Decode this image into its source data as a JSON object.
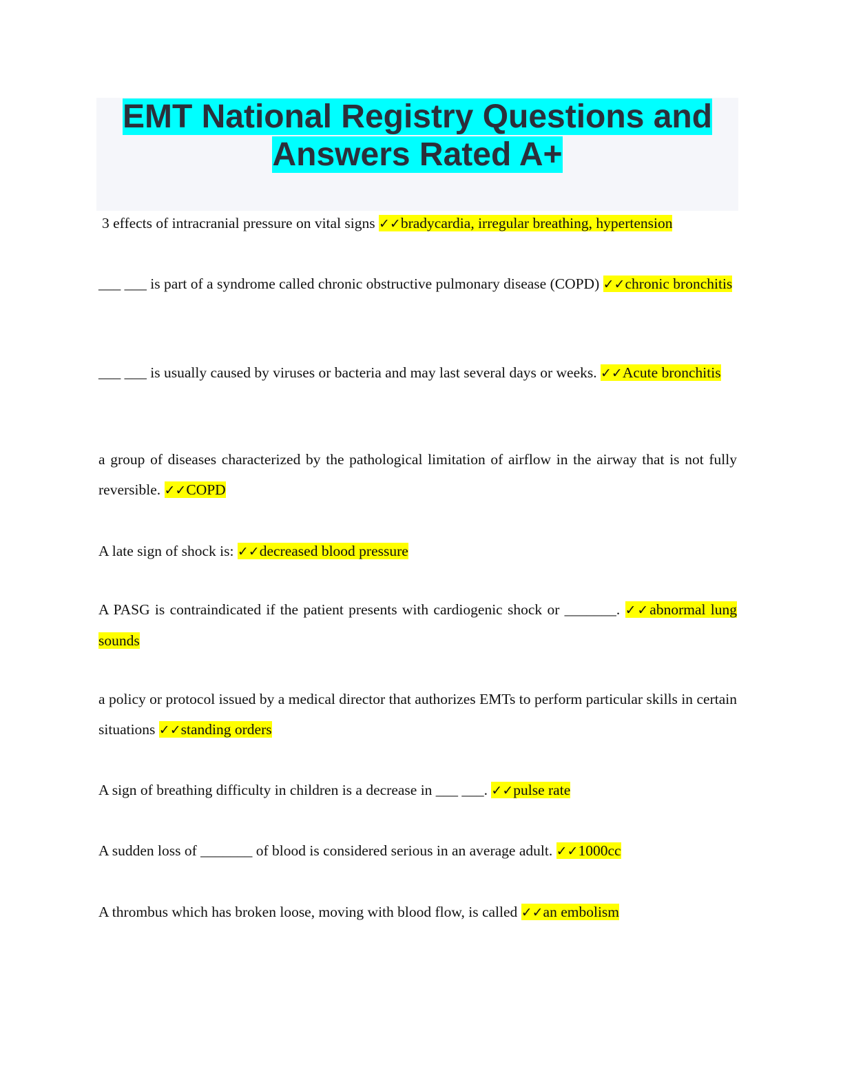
{
  "title": "EMT National Registry Questions and Answers Rated A+",
  "check_mark": "✓✓",
  "items": [
    {
      "q": "3 effects of intracranial pressure on vital signs ",
      "a": "bradycardia, irregular breathing, hypertension"
    },
    {
      "q": "___ ___ is part of a syndrome called chronic obstructive pulmonary disease (COPD) ",
      "a": "chronic bronchitis"
    },
    {
      "q": "___ ___ is usually caused by viruses or bacteria and may last several days or weeks. ",
      "a": "Acute bronchitis"
    },
    {
      "q": "a group of diseases characterized by the pathological limitation of airflow in the airway that is not fully reversible. ",
      "a": "COPD"
    },
    {
      "q": "A late sign of shock is: ",
      "a": "decreased blood pressure"
    },
    {
      "q": "A PASG is contraindicated if the patient presents with cardiogenic shock or _______. ",
      "a": "abnormal lung sounds"
    },
    {
      "q": "a policy or protocol issued by a medical director that authorizes EMTs to perform particular skills in certain situations ",
      "a": "standing orders"
    },
    {
      "q": "A sign of breathing difficulty in children is a decrease in ___ ___. ",
      "a": "pulse rate"
    },
    {
      "q": "A sudden loss of _______ of blood is considered serious in an average adult. ",
      "a": "1000cc"
    },
    {
      "q": "A thrombus which has broken loose, moving with blood flow, is called ",
      "a": "an embolism"
    }
  ]
}
